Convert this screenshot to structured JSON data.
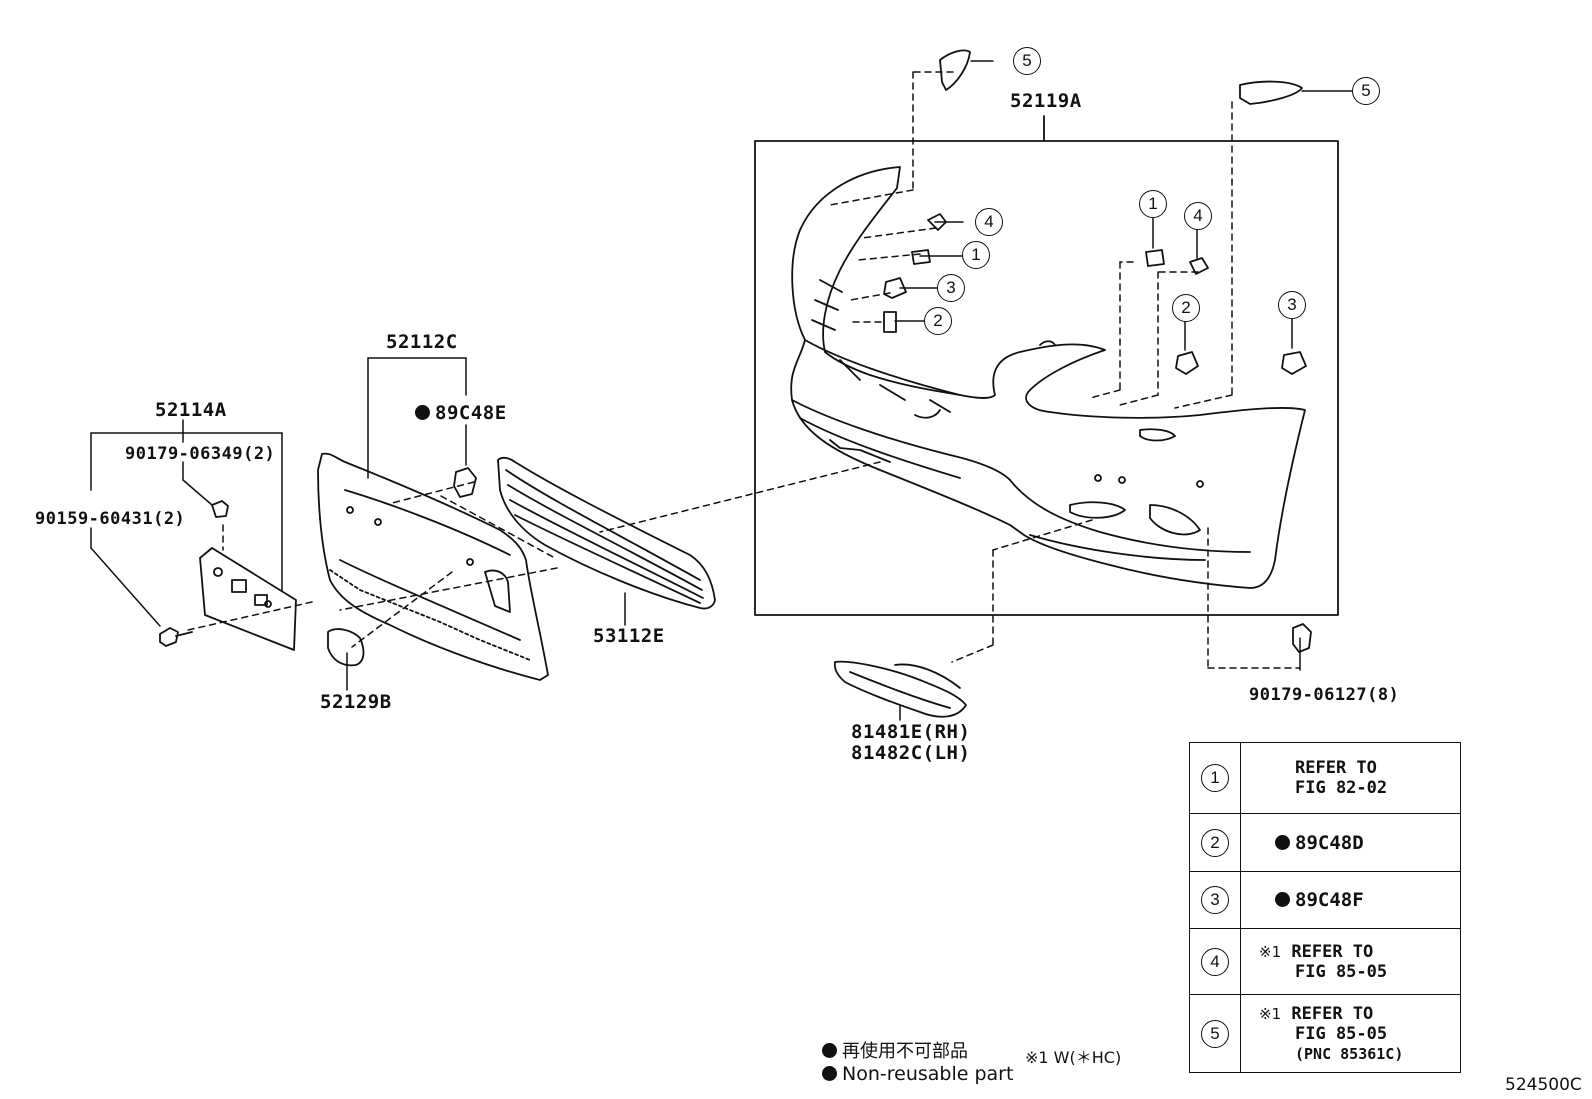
{
  "callouts": {
    "c52119A": "52119A",
    "c52112C": "52112C",
    "c52114A": "52114A",
    "c89C48E": "89C48E",
    "c90179_06349": "90179-06349(2)",
    "c90159_60431": "90159-60431(2)",
    "c53112E": "53112E",
    "c52129B": "52129B",
    "c90179_06127": "90179-06127(8)",
    "c81481E": "81481E(RH)",
    "c81482C": "81482C(LH)"
  },
  "markers": {
    "m1": "1",
    "m2": "2",
    "m3": "3",
    "m4": "4",
    "m5": "5"
  },
  "legend_table": {
    "rows": [
      {
        "num": "1",
        "prefix": "",
        "bullet": false,
        "line1": "REFER TO",
        "line2": "FIG 82-02",
        "line3": ""
      },
      {
        "num": "2",
        "prefix": "",
        "bullet": true,
        "line1": "89C48D",
        "line2": "",
        "line3": ""
      },
      {
        "num": "3",
        "prefix": "",
        "bullet": true,
        "line1": "89C48F",
        "line2": "",
        "line3": ""
      },
      {
        "num": "4",
        "prefix": "※1",
        "bullet": false,
        "line1": "REFER TO",
        "line2": "FIG 85-05",
        "line3": ""
      },
      {
        "num": "5",
        "prefix": "※1",
        "bullet": false,
        "line1": "REFER TO",
        "line2": "FIG 85-05",
        "line3": "(PNC 85361C)"
      }
    ]
  },
  "footer": {
    "jp_note": "再使用不可部品",
    "en_note": "Non-reusable part",
    "footnote": "※1 W(＊HC)",
    "figure_code": "524500C"
  }
}
